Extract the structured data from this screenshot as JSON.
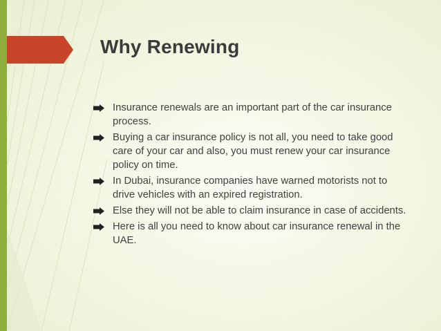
{
  "slide": {
    "title": "Why Renewing",
    "bullets": [
      {
        "text": "Insurance renewals are an important part of the car insurance process."
      },
      {
        "text": "Buying a car insurance policy is not all, you need to take good care of your car and also, you must renew your car insurance policy on time."
      },
      {
        "text": "In Dubai, insurance companies have warned motorists not to drive vehicles with an expired registration."
      },
      {
        "text": "Else they will not be able to claim insurance in case of accidents."
      },
      {
        "text": "Here is all you need to know about car insurance renewal in the UAE."
      }
    ],
    "bullet_icon": "arrow-right-icon"
  },
  "theme": {
    "accent": "#c8452a",
    "sidebar": "#8fae3c",
    "title_color": "#3b3b3b",
    "text_color": "#404040",
    "background": "#f3f6e6"
  }
}
